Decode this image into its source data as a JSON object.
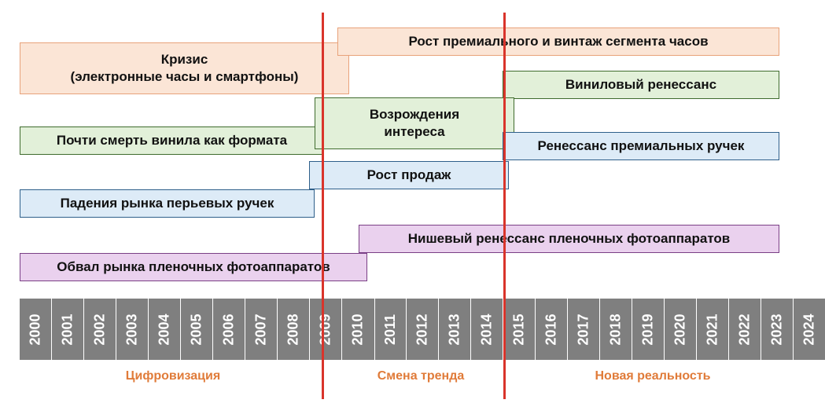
{
  "bars": {
    "crisis": "Кризис\n(электронные часы и смартфоны)",
    "premium_watches": "Рост премиального и винтаж сегмента часов",
    "vinyl_renaissance": "Виниловый ренессанс",
    "vinyl_revival": "Возрождения\nинтереса",
    "vinyl_death": "Почти смерть винила как формата",
    "pens_renaissance": "Ренессанс премиальных ручек",
    "pens_growth": "Рост продаж",
    "pens_fall": "Падения рынка перьевых ручек",
    "film_renaissance": "Нишевый ренессанс пленочных фотоаппаратов",
    "film_collapse": "Обвал рынка пленочных фотоаппаратов"
  },
  "years": [
    "2000",
    "2001",
    "2002",
    "2003",
    "2004",
    "2005",
    "2006",
    "2007",
    "2008",
    "2009",
    "2010",
    "2011",
    "2012",
    "2013",
    "2014",
    "2015",
    "2016",
    "2017",
    "2018",
    "2019",
    "2020",
    "2021",
    "2022",
    "2023",
    "2024"
  ],
  "phases": {
    "digitalization": "Цифровизация",
    "trend_change": "Смена тренда",
    "new_reality": "Новая реальность"
  },
  "colors": {
    "watches": "#fbe5d6",
    "vinyl": "#e2f0d9",
    "pens": "#ddebf7",
    "film": "#ead1ee",
    "divider": "#d9342b",
    "phase_text": "#e07b39",
    "year_cell": "#7f7f7f"
  }
}
